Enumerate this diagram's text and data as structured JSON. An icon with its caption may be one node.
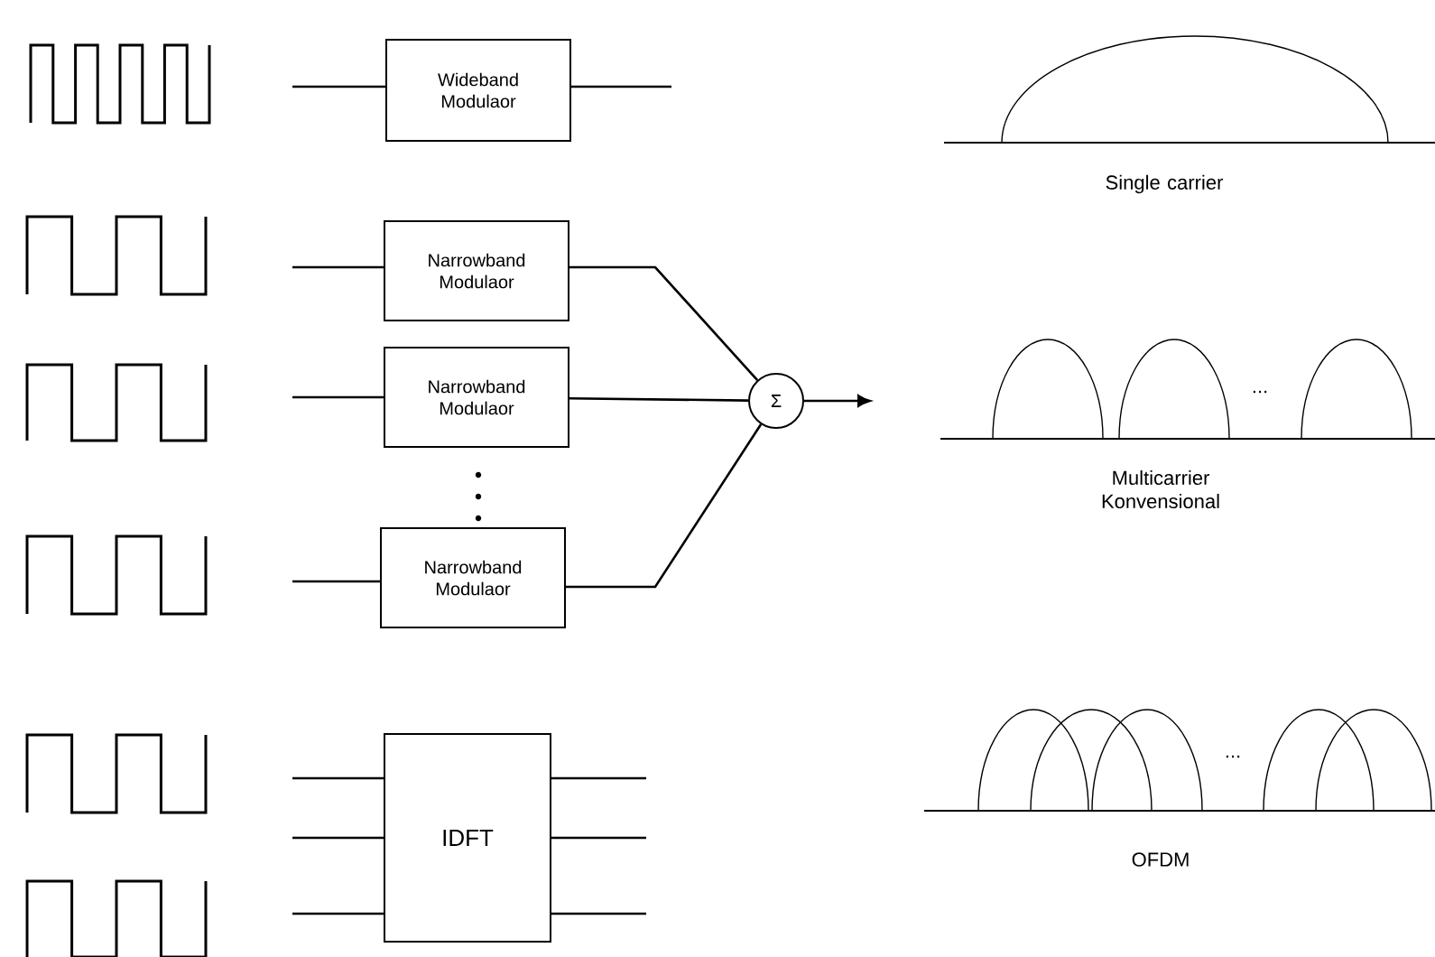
{
  "diagram": {
    "nodes": [
      {
        "text": [
          "Wideband Modulaor"
        ]
      },
      {
        "text": [
          "Narrowband Modulaor"
        ]
      },
      {
        "text": [
          "Narrowband Modulaor"
        ]
      },
      {
        "text": [
          "Narrowband Modulaor"
        ]
      },
      {
        "text": [
          "Σ"
        ]
      },
      {
        "text": [
          "IDFT"
        ]
      }
    ],
    "edges": [
      {
        "from": null,
        "to": 0,
        "arrow": "none"
      },
      {
        "from": 0,
        "to": null,
        "arrow": "none"
      },
      {
        "from": null,
        "to": 1,
        "arrow": "none"
      },
      {
        "from": null,
        "to": 2,
        "arrow": "none"
      },
      {
        "from": null,
        "to": 3,
        "arrow": "none"
      },
      {
        "from": 1,
        "to": 4,
        "arrow": "none"
      },
      {
        "from": 2,
        "to": 4,
        "arrow": "none"
      },
      {
        "from": 3,
        "to": 4,
        "arrow": "none"
      },
      {
        "from": 4,
        "to": null,
        "arrow": "to"
      },
      {
        "from": null,
        "to": 5,
        "arrow": "none"
      },
      {
        "from": null,
        "to": 5,
        "arrow": "none"
      },
      {
        "from": null,
        "to": 5,
        "arrow": "none"
      },
      {
        "from": 5,
        "to": null,
        "arrow": "none"
      },
      {
        "from": 5,
        "to": null,
        "arrow": "none"
      },
      {
        "from": 5,
        "to": null,
        "arrow": "none"
      }
    ],
    "labels": [
      "Single carrier",
      "...",
      "Multicarrier Konvensional",
      "...",
      "OFDM"
    ]
  }
}
